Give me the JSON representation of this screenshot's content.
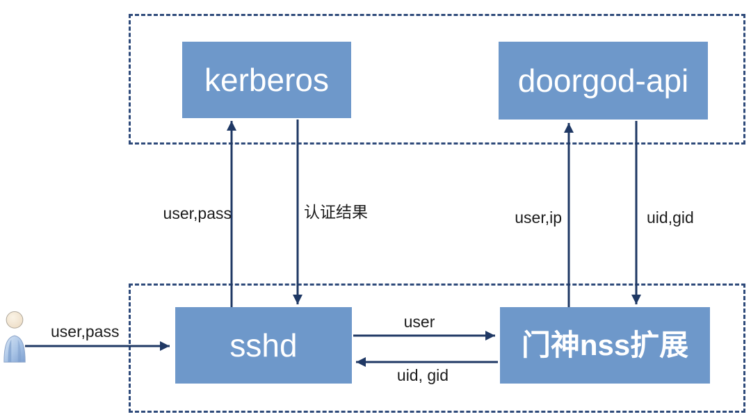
{
  "diagram": {
    "colors": {
      "node_fill": "#6e98ca",
      "arrow": "#1f3864",
      "group_border": "#2e4a7a",
      "node_text": "#ffffff",
      "label_text": "#1c1c1c"
    },
    "actor": {
      "name": "user"
    },
    "nodes": [
      {
        "id": "kerberos",
        "label": "kerberos"
      },
      {
        "id": "doorgod-api",
        "label": "doorgod-api"
      },
      {
        "id": "sshd",
        "label": "sshd"
      },
      {
        "id": "doorgod-nss",
        "label": "门神nss扩展"
      }
    ],
    "edges": [
      {
        "from": "user",
        "to": "sshd",
        "label": "user,pass"
      },
      {
        "from": "sshd",
        "to": "kerberos",
        "label": "user,pass"
      },
      {
        "from": "kerberos",
        "to": "sshd",
        "label": "认证结果"
      },
      {
        "from": "sshd",
        "to": "doorgod-nss",
        "label": "user"
      },
      {
        "from": "doorgod-nss",
        "to": "sshd",
        "label": "uid, gid"
      },
      {
        "from": "doorgod-nss",
        "to": "doorgod-api",
        "label": "user,ip"
      },
      {
        "from": "doorgod-api",
        "to": "doorgod-nss",
        "label": "uid,gid"
      }
    ]
  }
}
